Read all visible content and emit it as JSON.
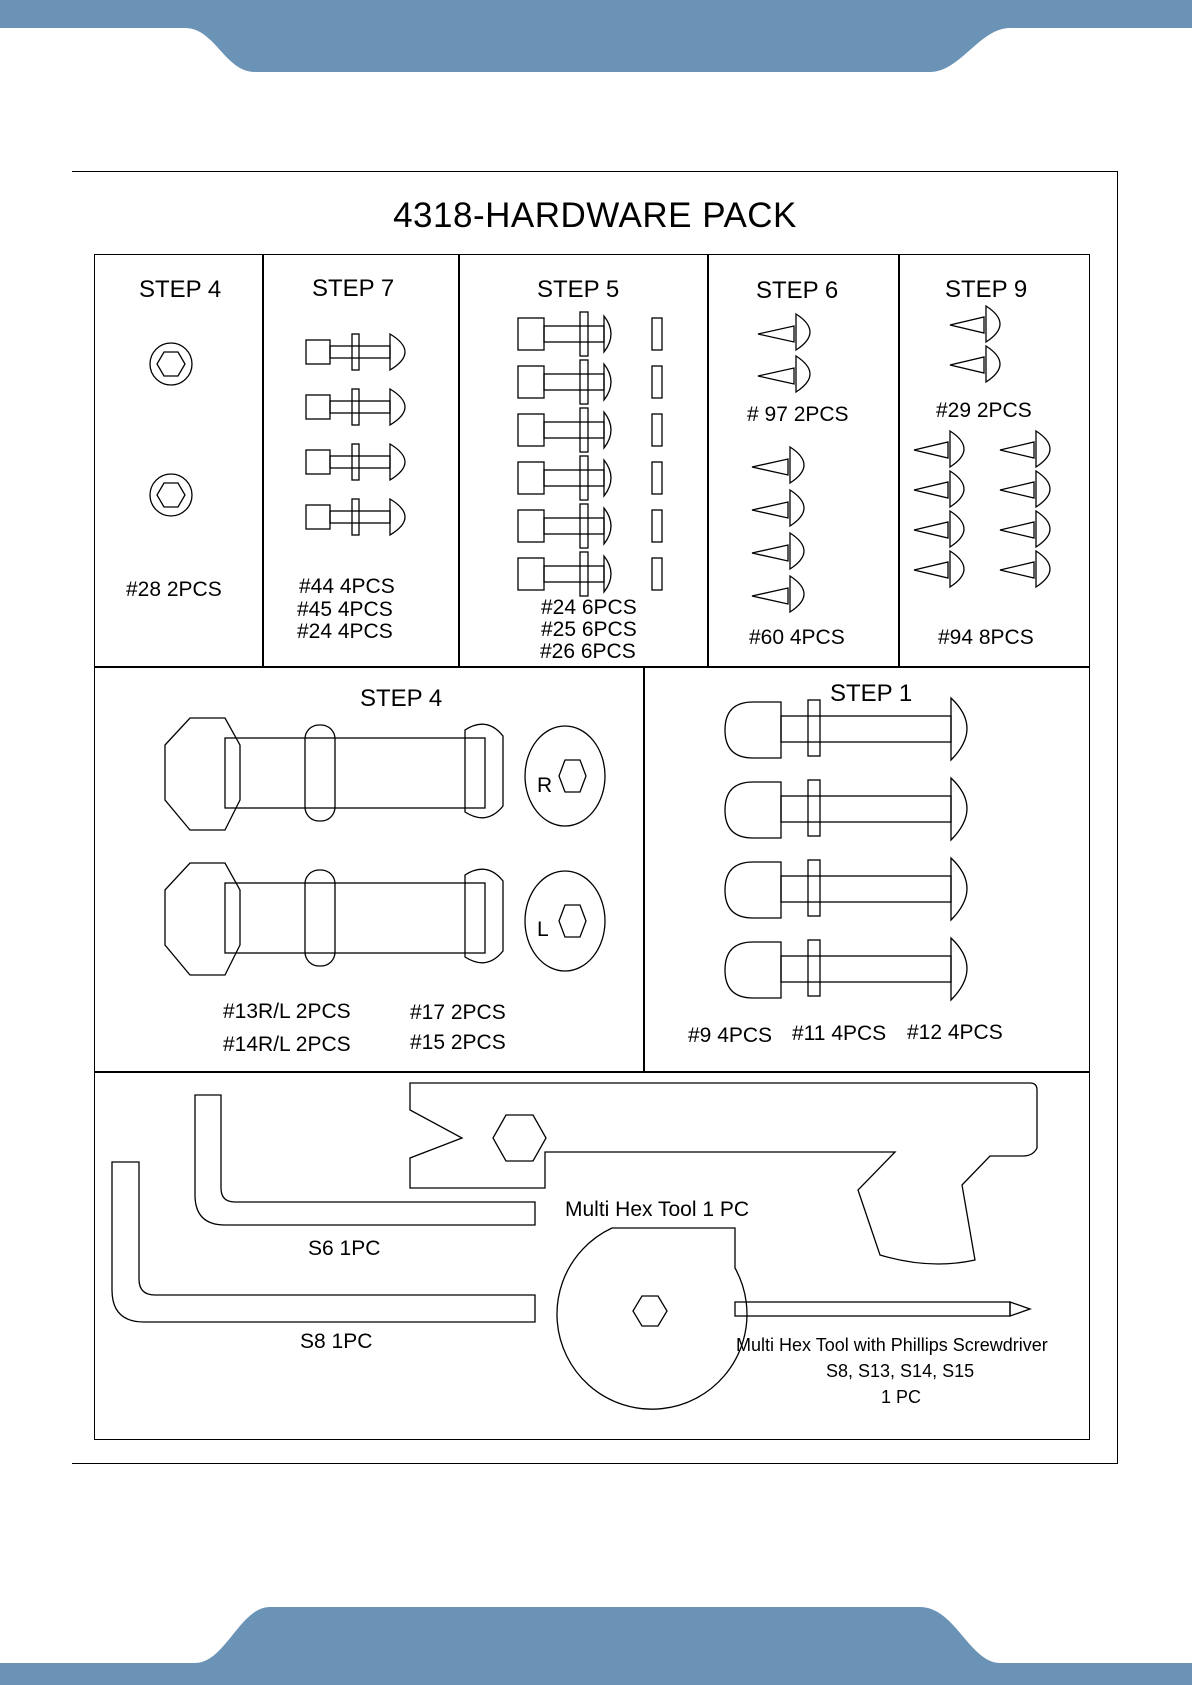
{
  "title": "4318-HARDWARE PACK",
  "colors": {
    "accent_band": "#6a93b6",
    "line": "#000000"
  },
  "row1": {
    "col1": {
      "step": "STEP  4",
      "qty": [
        "#28   2PCS"
      ]
    },
    "col2": {
      "step": "STEP  7",
      "qty": [
        "#44 4PCS",
        "#45 4PCS",
        "#24  4PCS"
      ]
    },
    "col3": {
      "step": "STEP  5",
      "qty": [
        "#24 6PCS",
        "#25 6PCS",
        "#26 6PCS"
      ]
    },
    "col4": {
      "step": "STEP 6",
      "qty_a": "# 97 2PCS",
      "qty_b": "#60   4PCS"
    },
    "col5": {
      "step": "STEP 9",
      "qty_a": "#29  2PCS",
      "qty_b": "#94  8PCS"
    }
  },
  "row2": {
    "left": {
      "step": "STEP  4",
      "mark_r": "R",
      "mark_l": "L",
      "qty": [
        "#13R/L  2PCS",
        "#14R/L  2PCS",
        "#17  2PCS",
        "#15  2PCS"
      ]
    },
    "right": {
      "step": "STEP  1",
      "qty": [
        "#9  4PCS",
        "#11  4PCS",
        "#12 4PCS"
      ]
    }
  },
  "row3": {
    "s6": "S6  1PC",
    "s8": "S8    1PC",
    "multi_hex": "Multi Hex Tool  1 PC",
    "multi_hex_phillips": [
      "Multi Hex Tool with Phillips Screwdriver",
      "S8, S13, S14, S15",
      "1 PC"
    ]
  }
}
